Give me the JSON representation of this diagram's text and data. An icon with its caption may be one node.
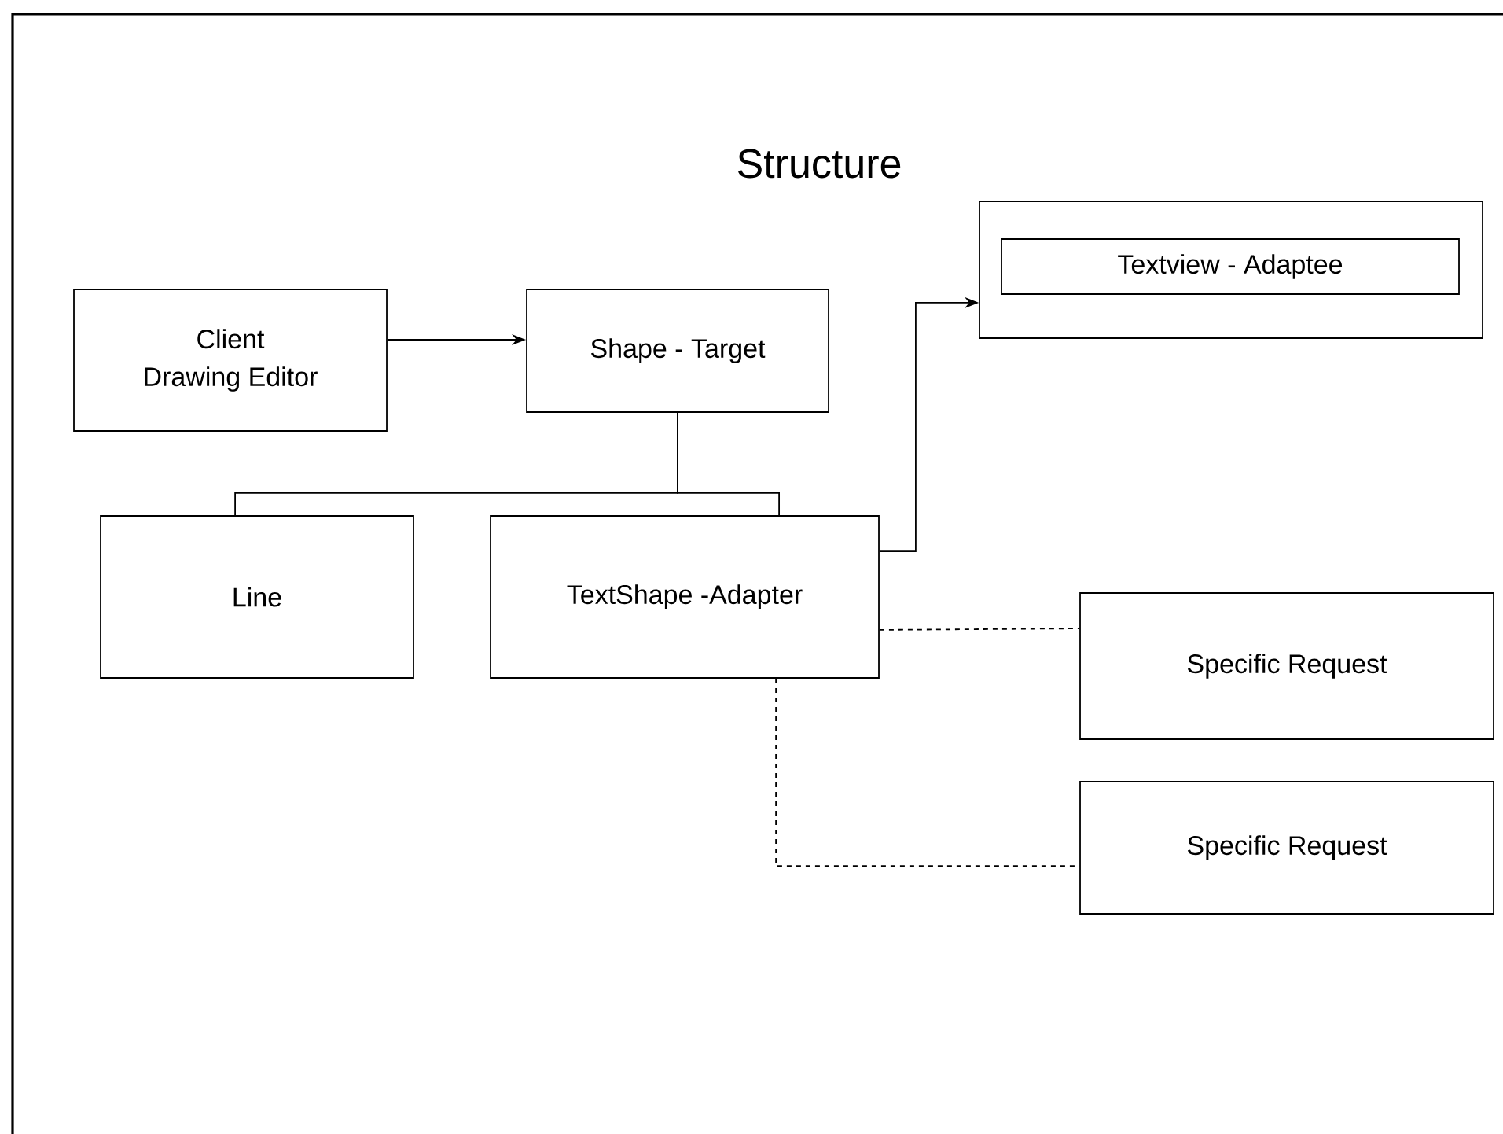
{
  "diagram": {
    "title": "Structure",
    "nodes": [
      {
        "text": [
          "Client",
          "Drawing Editor"
        ]
      },
      {
        "text": [
          "Shape - Target"
        ]
      },
      {
        "text": [],
        "shape": "box"
      },
      {
        "text": [
          "Textview - Adaptee"
        ],
        "in": 2
      },
      {
        "text": [
          "Line"
        ]
      },
      {
        "text": [
          "TextShape -Adapter"
        ]
      },
      {
        "text": [
          "Specific Request"
        ]
      },
      {
        "text": [
          "Specific Request"
        ]
      }
    ],
    "edges": [
      {
        "from": 0,
        "to": 1,
        "arrow": "to"
      },
      {
        "from": 1,
        "to": 4,
        "arrow": "none"
      },
      {
        "from": 1,
        "to": 5,
        "arrow": "none"
      },
      {
        "from": 5,
        "to": 2,
        "arrow": "to"
      },
      {
        "from": 5,
        "to": 6,
        "arrow": "none",
        "style": "dashed"
      },
      {
        "from": 5,
        "to": 7,
        "arrow": "none",
        "style": "dashed"
      }
    ]
  }
}
